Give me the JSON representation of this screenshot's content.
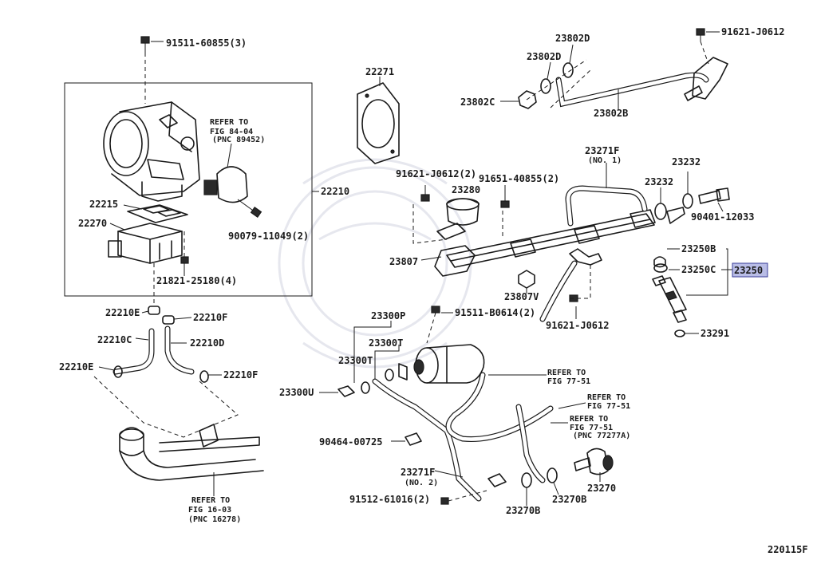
{
  "footer_code": "220115F",
  "highlighted": "23250",
  "callouts": {
    "c91511_60855": "91511-60855(3)",
    "c22271": "22271",
    "c23802D_a": "23802D",
    "c23802D_b": "23802D",
    "c91621_J0612_top": "91621-J0612",
    "c23802C": "23802C",
    "c23802B": "23802B",
    "ref_84_04_a": "REFER TO",
    "ref_84_04_b": "FIG 84-04",
    "ref_84_04_c": "(PNC 89452)",
    "c22210": "22210",
    "c22215": "22215",
    "c22270": "22270",
    "c90079_11049": "90079-11049(2)",
    "c21821_25180": "21821-25180(4)",
    "c23271F_no1_a": "23271F",
    "c23271F_no1_b": "(NO. 1)",
    "c23232_a": "23232",
    "c23232_b": "23232",
    "c91621_J0612_2": "91621-J0612(2)",
    "c91651_40855": "91651-40855(2)",
    "c23280": "23280",
    "c90401_12033": "90401-12033",
    "c23807": "23807",
    "c23250B": "23250B",
    "c23250C": "23250C",
    "c23250": "23250",
    "c23807V": "23807V",
    "c91621_J0612_mid": "91621-J0612",
    "c23291": "23291",
    "c22210E_a": "22210E",
    "c22210F_a": "22210F",
    "c22210C": "22210C",
    "c22210D": "22210D",
    "c22210E_b": "22210E",
    "c22210F_b": "22210F",
    "c23300P": "23300P",
    "c91511_B0614": "91511-B0614(2)",
    "c23300T_a": "23300T",
    "c23300T_b": "23300T",
    "ref_77_51a_a": "REFER TO",
    "ref_77_51a_b": "FIG 77-51",
    "ref_77_51b_a": "REFER TO",
    "ref_77_51b_b": "FIG 77-51",
    "ref_77_51c_a": "REFER TO",
    "ref_77_51c_b": "FIG 77-51",
    "ref_77_51c_c": "(PNC 77277A)",
    "c23300U": "23300U",
    "c90464_00725": "90464-00725",
    "c23271F_no2_a": "23271F",
    "c23271F_no2_b": "(NO. 2)",
    "c91512_61016": "91512-61016(2)",
    "c23270B_a": "23270B",
    "c23270B_b": "23270B",
    "c23270": "23270",
    "ref_16_03_a": "REFER TO",
    "ref_16_03_b": "FIG 16-03",
    "ref_16_03_c": "(PNC 16278)"
  }
}
